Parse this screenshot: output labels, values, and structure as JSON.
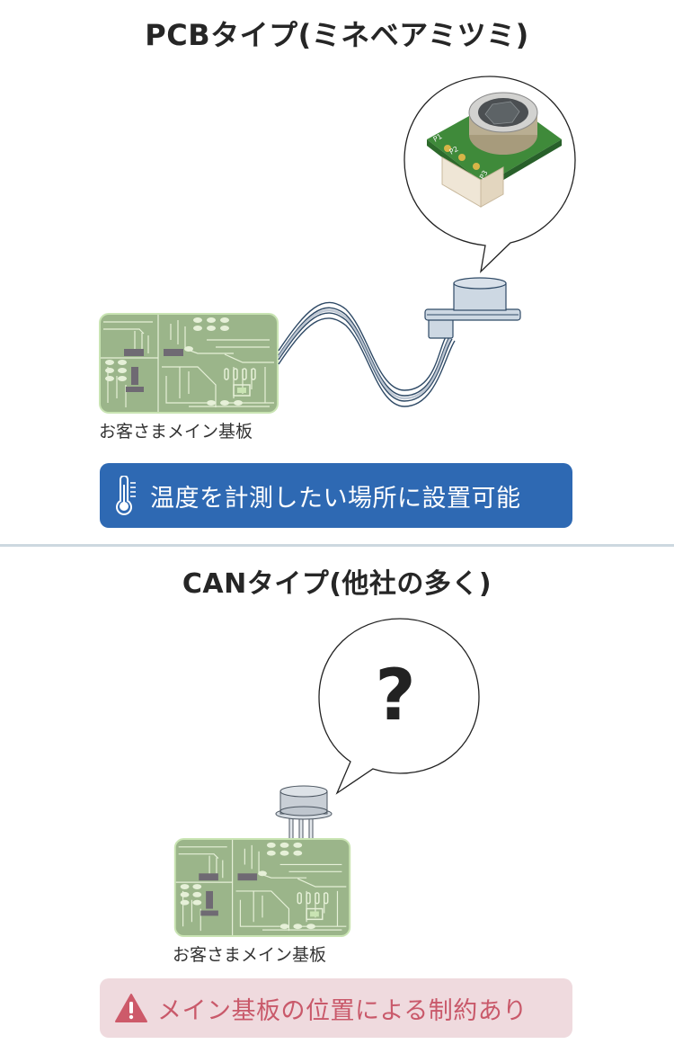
{
  "pcb_section": {
    "title": "PCBタイプ(ミネベアミツミ)",
    "board_label": "お客さまメイン基板",
    "banner": {
      "icon": "thermometer-icon",
      "text": "温度を計測したい場所に設置可能",
      "background": "#2e69b3",
      "text_color": "#ffffff"
    },
    "sensor_pin_labels": [
      "P1",
      "P2",
      "P3"
    ]
  },
  "can_section": {
    "title": "CANタイプ(他社の多く)",
    "bubble_text": "?",
    "board_label": "お客さまメイン基板",
    "banner": {
      "icon": "warning-icon",
      "text": "メイン基板の位置による制約あり",
      "background": "#efdade",
      "text_color": "#c9596a"
    }
  },
  "colors": {
    "pcb_green": "#9bb58a",
    "trace": "#e6f0d8",
    "sensor_body": "#cdd8e3",
    "sensor_outline": "#2f4a66",
    "divider": "#cdd8e0"
  }
}
